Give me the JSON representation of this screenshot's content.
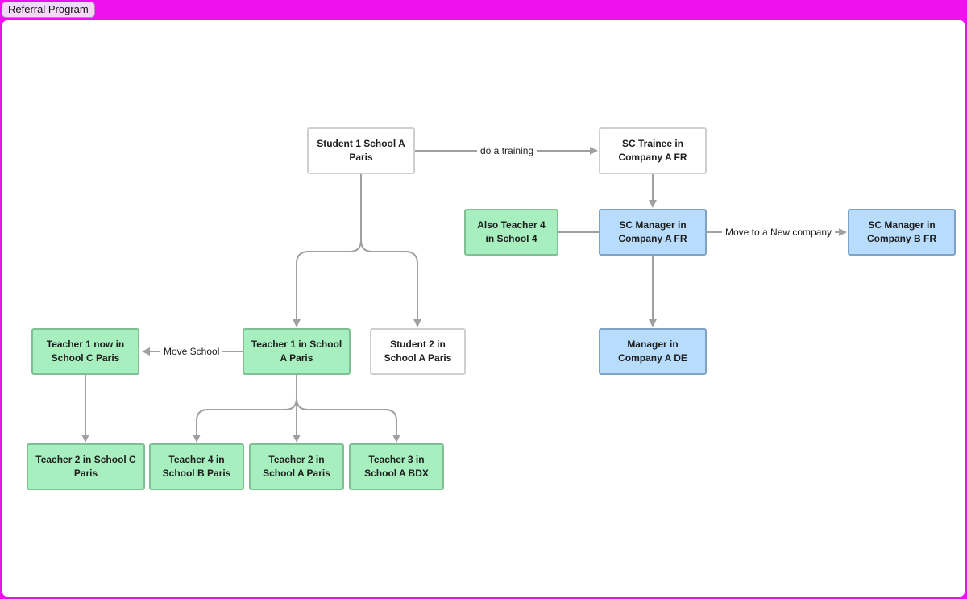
{
  "tab": {
    "title": "Referral Program"
  },
  "nodes": {
    "student1": "Student 1 School A Paris",
    "sc_trainee": "SC Trainee in Company A FR",
    "also_teacher4": "Also Teacher 4 in School 4",
    "sc_manager_a": "SC Manager in Company A FR",
    "sc_manager_b": "SC Manager in Company B FR",
    "teacher1_now": "Teacher 1 now in School C Paris",
    "teacher1": "Teacher 1 in School A Paris",
    "student2": "Student 2 in School A Paris",
    "manager_de": "Manager in Company A DE",
    "teacher2_c": "Teacher 2 in School C Paris",
    "teacher4_b": "Teacher 4 in School B Paris",
    "teacher2_a": "Teacher 2 in School A Paris",
    "teacher3_bdx": "Teacher 3 in School A BDX"
  },
  "edge_labels": {
    "training": "do a training",
    "move_company": "Move to a New company",
    "move_school": "Move School"
  },
  "colors": {
    "frame": "#ee11ee",
    "green_fill": "#a8efbf",
    "blue_fill": "#b8dcfb",
    "edge": "#a0a0a0"
  }
}
